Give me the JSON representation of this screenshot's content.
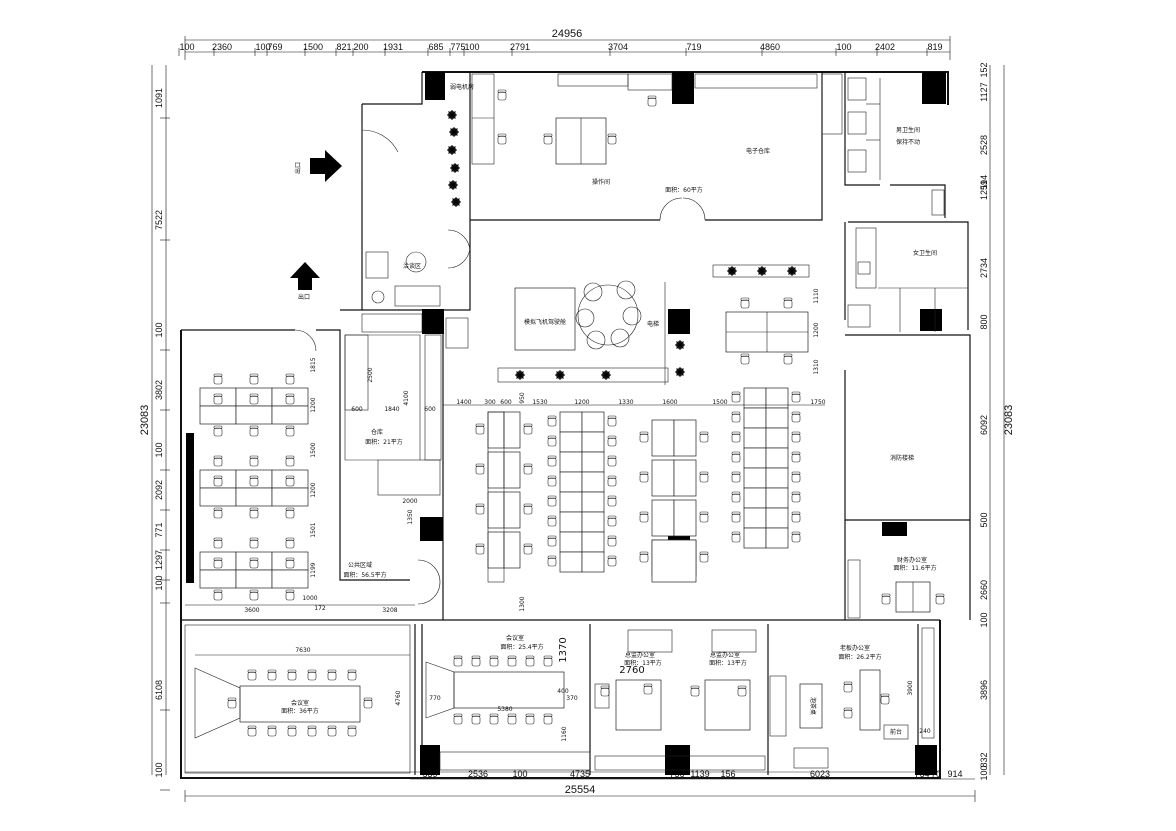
{
  "dimensions": {
    "top_total": "24956",
    "top_segments": [
      "100",
      "2360",
      "100",
      "769",
      "1500",
      "821",
      "200",
      "1931",
      "685",
      "775",
      "100",
      "2791",
      "3704",
      "719",
      "4860",
      "100",
      "2402",
      "819"
    ],
    "bottom_total": "25554",
    "bottom_segments": [
      "539",
      "2536",
      "100",
      "4735",
      "756",
      "1139",
      "156",
      "6023",
      "764",
      "70",
      "914"
    ],
    "left_total": "23083",
    "left_segments": [
      "1091",
      "7522",
      "100",
      "3802",
      "100",
      "2092",
      "771",
      "1297",
      "100",
      "6108",
      "100"
    ],
    "right_total": "23083",
    "right_segments": [
      "1127",
      "152",
      "2528",
      "1259",
      "114",
      "2734",
      "800",
      "6092",
      "500",
      "2660",
      "100",
      "3896",
      "832",
      "100"
    ],
    "inner": [
      "1815",
      "1200",
      "1500",
      "1200",
      "1501",
      "1199",
      "3600",
      "1000",
      "172",
      "3208",
      "2500",
      "4100",
      "1840",
      "600",
      "600",
      "2000",
      "1350",
      "1300",
      "950",
      "1400",
      "300",
      "600",
      "1530",
      "1200",
      "1330",
      "1600",
      "1500",
      "1750",
      "1110",
      "1200",
      "1310",
      "7630",
      "4760",
      "1370",
      "770",
      "5380",
      "400",
      "370",
      "1160",
      "2760",
      "3900",
      "240"
    ]
  },
  "rooms": {
    "exit1": "出口",
    "exit2": "出口",
    "operation_room": "操作间",
    "weak_room": "弱电机房",
    "electronic_warehouse": "电子仓库",
    "warehouse_area": "面积：60平方",
    "male_toilet": "男卫生间",
    "male_toilet_note": "保持不动",
    "female_toilet": "女卫生间",
    "negotiation": "洽谈区",
    "flight_sim": "模拟飞机驾驶舱",
    "elevator": "电梯",
    "storage": "仓库",
    "storage_area": "面积：21平方",
    "public_area": "公共区域",
    "public_area_size": "面积：56.5平方",
    "fire_stairs": "消防楼梯",
    "finance_office": "财务办公室",
    "finance_area": "面积：11.6平方",
    "meeting_room_1": "会议室",
    "meeting_area_1": "面积：36平方",
    "meeting_room_2": "会议室",
    "meeting_area_2": "面积：25.4平方",
    "director_office_1": "总监办公室",
    "director_area_1": "面积：13平方",
    "director_office_2": "总监办公室",
    "director_area_2": "面积：13平方",
    "boss_office": "老板办公室",
    "boss_area": "面积：26.2平方",
    "boss_tea": "泡茶桌",
    "reception": "前台"
  }
}
